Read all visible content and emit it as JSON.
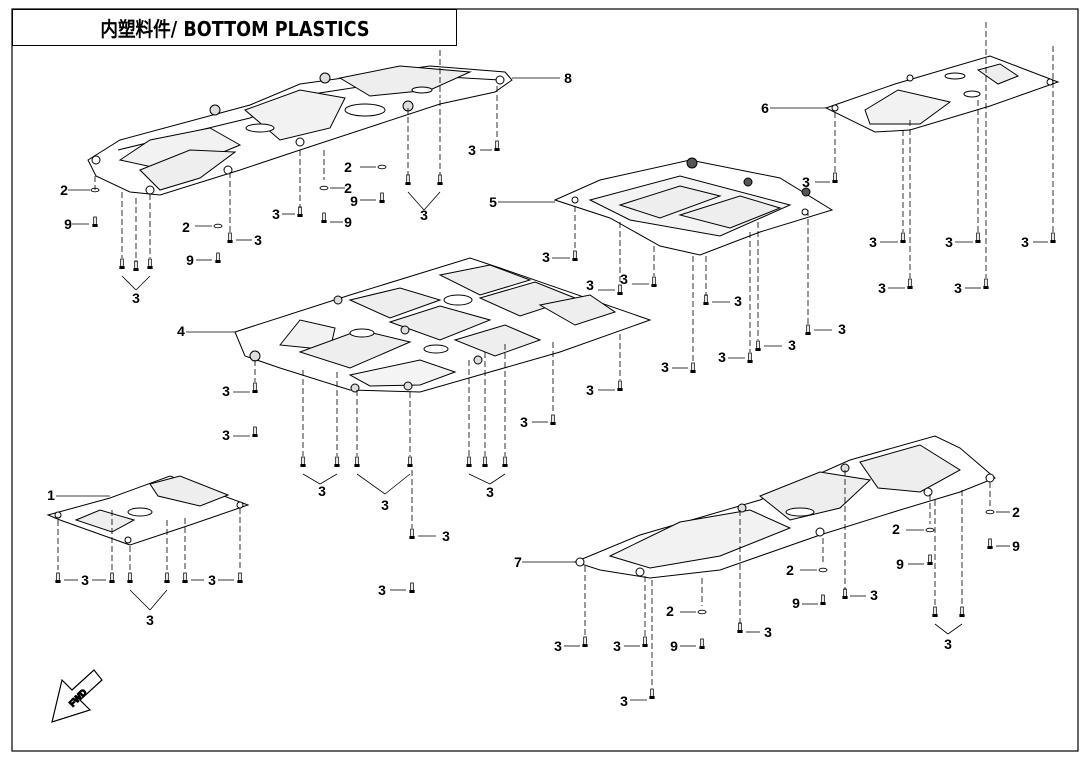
{
  "title": "内塑料件/ BOTTOM PLASTICS",
  "fwd_label": "FWD",
  "callouts": {
    "c1": "1",
    "c2a": "2",
    "c2b": "2",
    "c2c": "2",
    "c2d": "2",
    "c2e": "2",
    "c2f": "2",
    "c2g": "2",
    "c4": "4",
    "c5": "5",
    "c6": "6",
    "c7": "7",
    "c8": "8",
    "c9a": "9",
    "c9b": "9",
    "c9c": "9",
    "c9d": "9",
    "c9e": "9",
    "c9f": "9",
    "c9g": "9"
  },
  "bolt_label": "3"
}
